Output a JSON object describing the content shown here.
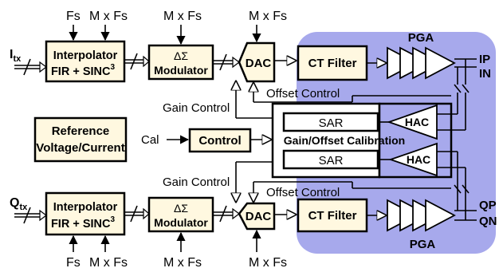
{
  "colors": {
    "region_fill": "#a7a9ec",
    "block_fill": "#fff8e0",
    "pga_fill": "#ffffff"
  },
  "top": {
    "input_label": "I",
    "input_sub": "tx",
    "fs_label": "Fs",
    "mfs_label": "M x Fs",
    "interp_line1": "Interpolator",
    "interp_line2": "FIR + SINC",
    "interp_sup": "3",
    "mod_line1": "ΔΣ",
    "mod_line2": "Modulator",
    "mod_clock": "M x Fs",
    "dac": "DAC",
    "dac_clock": "M x Fs",
    "ct_filter": "CT Filter",
    "pga": "PGA",
    "out_p": "IP",
    "out_n": "IN",
    "gain_control": "Gain Control",
    "offset_control": "Offset Control"
  },
  "bottom": {
    "input_label": "Q",
    "input_sub": "tx",
    "fs_label": "Fs",
    "mfs_label": "M x Fs",
    "interp_line1": "Interpolator",
    "interp_line2": "FIR + SINC",
    "interp_sup": "3",
    "mod_line1": "ΔΣ",
    "mod_line2": "Modulator",
    "mod_clock": "M x Fs",
    "dac": "DAC",
    "dac_clock": "M x Fs",
    "ct_filter": "CT Filter",
    "pga": "PGA",
    "out_p": "QP",
    "out_n": "QN",
    "gain_control": "Gain Control",
    "offset_control": "Offset Control"
  },
  "middle": {
    "reference_line1": "Reference",
    "reference_line2": "Voltage/Current",
    "cal_label": "Cal",
    "control": "Control",
    "calibration": "Gain/Offset Calibration",
    "sar_top": "SAR",
    "sar_bottom": "SAR",
    "hac_top": "HAC",
    "hac_bottom": "HAC"
  }
}
